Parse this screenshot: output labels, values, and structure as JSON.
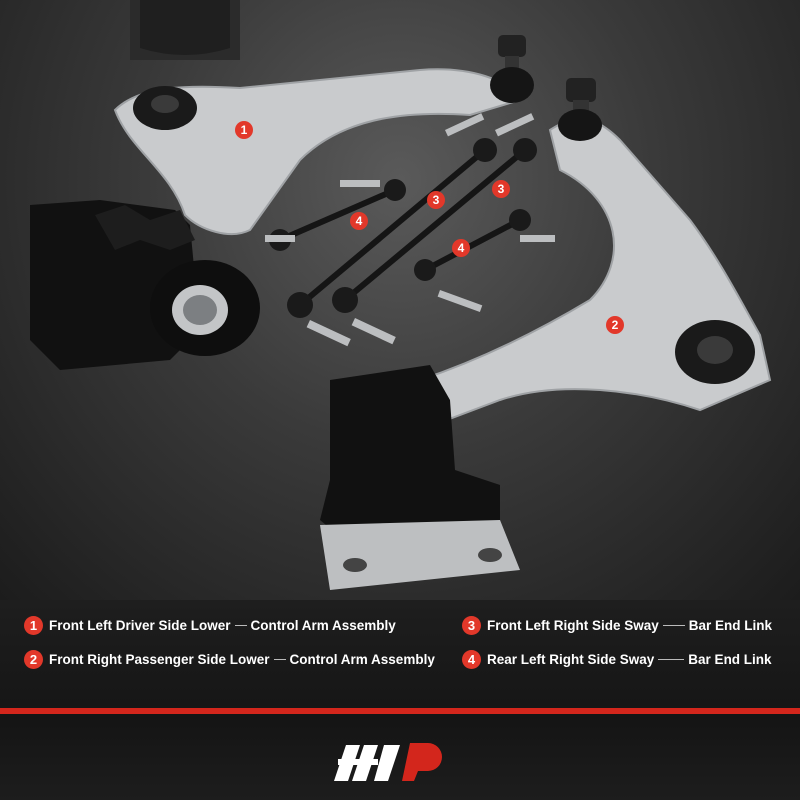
{
  "badges": [
    {
      "num": "1"
    },
    {
      "num": "2"
    },
    {
      "num": "3"
    },
    {
      "num": "3"
    },
    {
      "num": "4"
    },
    {
      "num": "4"
    }
  ],
  "legend": [
    {
      "num": "1",
      "part_a": "Front Left Driver Side Lower",
      "part_b": "Control Arm Assembly"
    },
    {
      "num": "2",
      "part_a": "Front Right Passenger Side Lower",
      "part_b": "Control Arm Assembly"
    },
    {
      "num": "3",
      "part_a": "Front Left Right Side Sway",
      "part_b": "Bar End Link"
    },
    {
      "num": "4",
      "part_a": "Rear Left Right Side Sway",
      "part_b": "Bar End Link"
    }
  ],
  "colors": {
    "accent": "#d3261c",
    "badge": "#e2382a"
  },
  "logo": {
    "name": "brand-logo-icon"
  }
}
